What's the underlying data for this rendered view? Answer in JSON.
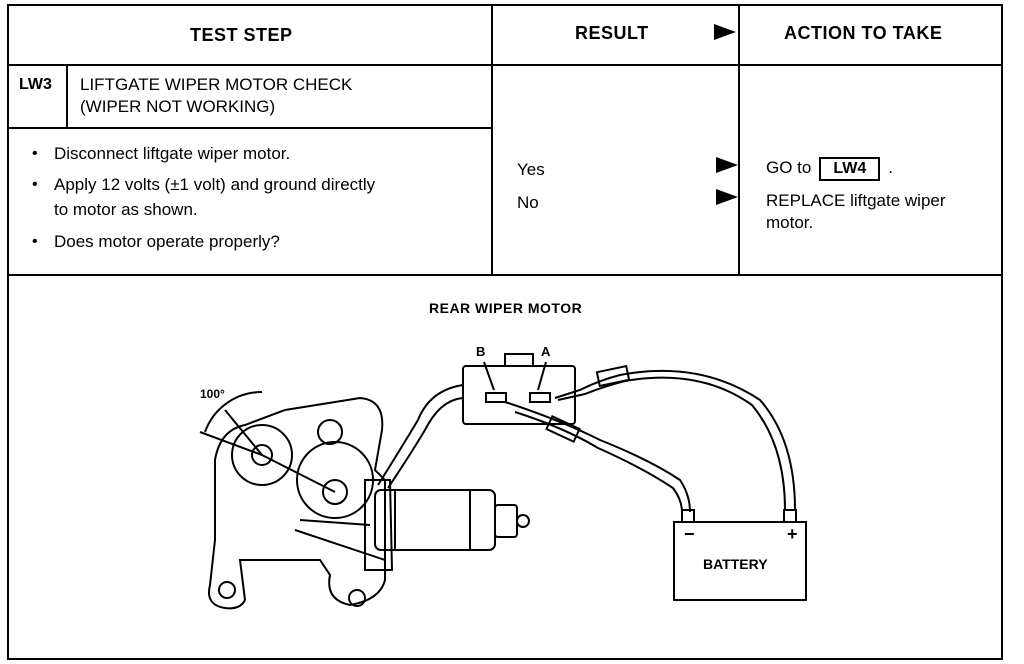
{
  "headers": {
    "test_step": "TEST STEP",
    "result": "RESULT",
    "action": "ACTION TO TAKE"
  },
  "step": {
    "code": "LW3",
    "title_line1": "LIFTGATE WIPER MOTOR CHECK",
    "title_line2": "(WIPER NOT WORKING)",
    "bullets": [
      "Disconnect liftgate wiper motor.",
      "Apply 12 volts (±1 volt) and ground directly",
      "to motor as shown.",
      "Does motor operate properly?"
    ]
  },
  "results": {
    "yes": "Yes",
    "no": "No"
  },
  "actions": {
    "yes_prefix": "GO to",
    "yes_ref": "LW4",
    "yes_suffix": ".",
    "no_line1": "REPLACE liftgate wiper",
    "no_line2": "motor."
  },
  "diagram": {
    "title": "REAR WIPER MOTOR",
    "angle_label": "100°",
    "terminal_b": "B",
    "terminal_a": "A",
    "battery_label": "BATTERY",
    "battery_neg": "−",
    "battery_pos": "+"
  }
}
